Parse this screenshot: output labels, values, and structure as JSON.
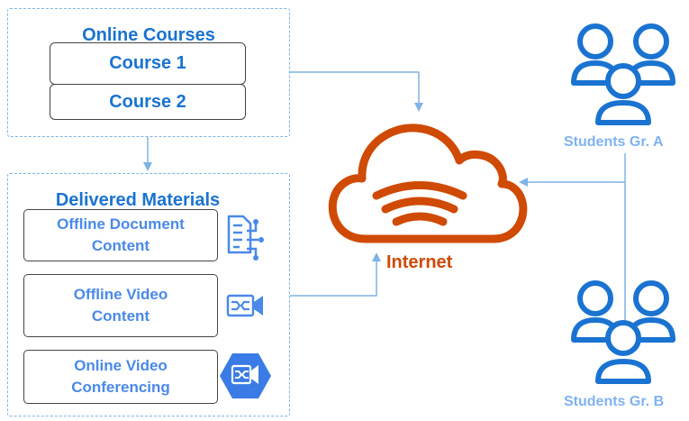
{
  "online_courses": {
    "title": "Online Courses",
    "courses": [
      "Course 1",
      "Course 2"
    ]
  },
  "delivered_materials": {
    "title": "Delivered Materials",
    "items": [
      {
        "line1": "Offline Document",
        "line2": "Content",
        "icon": "document-flow-icon"
      },
      {
        "line1": "Offline Video",
        "line2": "Content",
        "icon": "video-camera-icon"
      },
      {
        "line1": "Online Video",
        "line2": "Conferencing",
        "icon": "video-conference-hexagon-icon"
      }
    ]
  },
  "cloud": {
    "label": "Internet",
    "icon": "cloud-wifi-icon"
  },
  "students": [
    {
      "label": "Students Gr. A",
      "icon": "user-group-icon"
    },
    {
      "label": "Students Gr. B",
      "icon": "user-group-icon"
    }
  ],
  "colors": {
    "group_border": "#7fb2e5",
    "title_blue": "#1a73d1",
    "material_text": "#4a89e8",
    "cloud_orange": "#cf4a05",
    "students_blue": "#1a73d1",
    "students_label": "#7fb2f0",
    "connector": "#7fb2e5"
  }
}
